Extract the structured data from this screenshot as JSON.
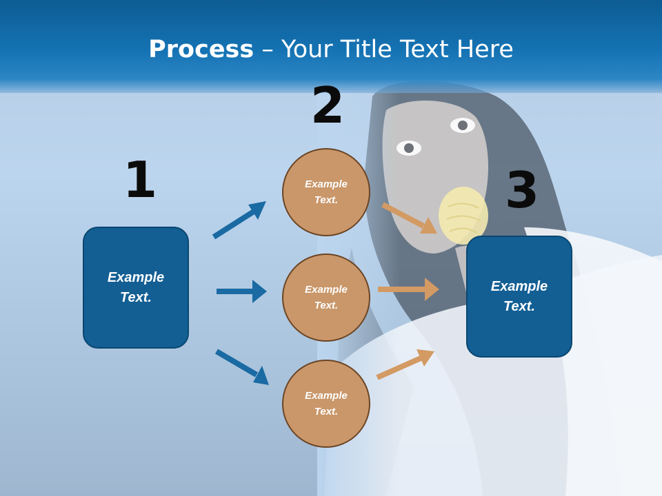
{
  "slide": {
    "title_bold": "Process",
    "title_rest": " – Your Title Text Here"
  },
  "steps": {
    "step1_number": "1",
    "step2_number": "2",
    "step3_number": "3"
  },
  "nodes": {
    "start_box": "Example\nText.",
    "circle_top": "Example\nText.",
    "circle_middle": "Example\nText.",
    "circle_bottom": "Example\nText.",
    "end_box": "Example\nText."
  },
  "colors": {
    "title_bar": "#1573b4",
    "box_fill": "#135f94",
    "circle_fill": "#c9976a",
    "blue_arrow": "#1a6aa3",
    "tan_arrow": "#d39a64"
  },
  "icons": {
    "background": "woman-eating-chip-photo"
  }
}
